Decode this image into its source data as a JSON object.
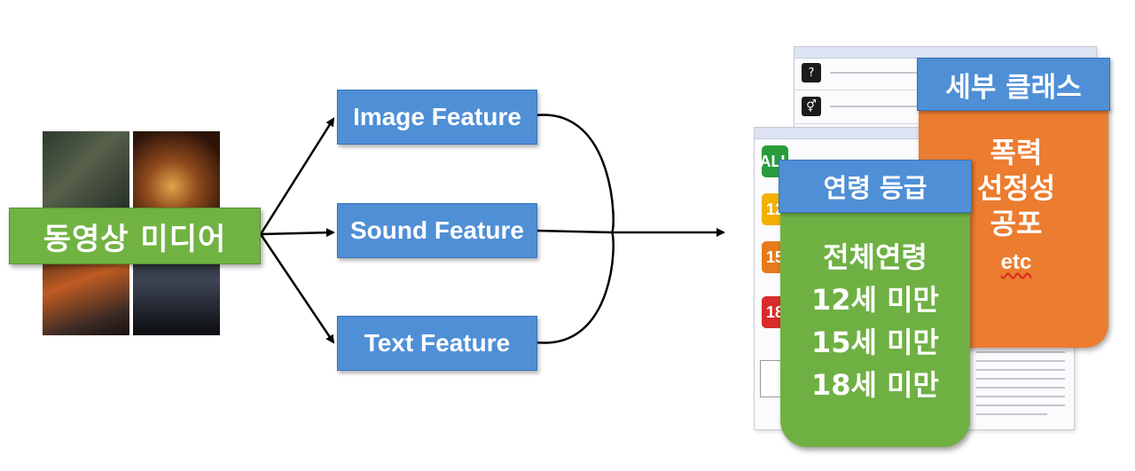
{
  "media": {
    "label": "동영상 미디어"
  },
  "features": [
    {
      "label": "Image Feature"
    },
    {
      "label": "Sound Feature"
    },
    {
      "label": "Text Feature"
    }
  ],
  "detail_class": {
    "title": "세부 클래스",
    "items": [
      "폭력",
      "선정성",
      "공포"
    ],
    "etc": "etc"
  },
  "age_rating": {
    "title": "연령 등급",
    "items": [
      "전체연령",
      "12세 미만",
      "15세 미만",
      "18세 미만"
    ]
  },
  "doc": {
    "badges": [
      "ALL",
      "12",
      "15",
      "18"
    ],
    "badge_colors": [
      "#2a9c3c",
      "#f2b000",
      "#e77b1b",
      "#d92b2b"
    ]
  },
  "colors": {
    "feature_blue": "#4f8fd6",
    "media_green": "#71b343",
    "orange": "#ec7c2f",
    "green": "#6fb043"
  }
}
